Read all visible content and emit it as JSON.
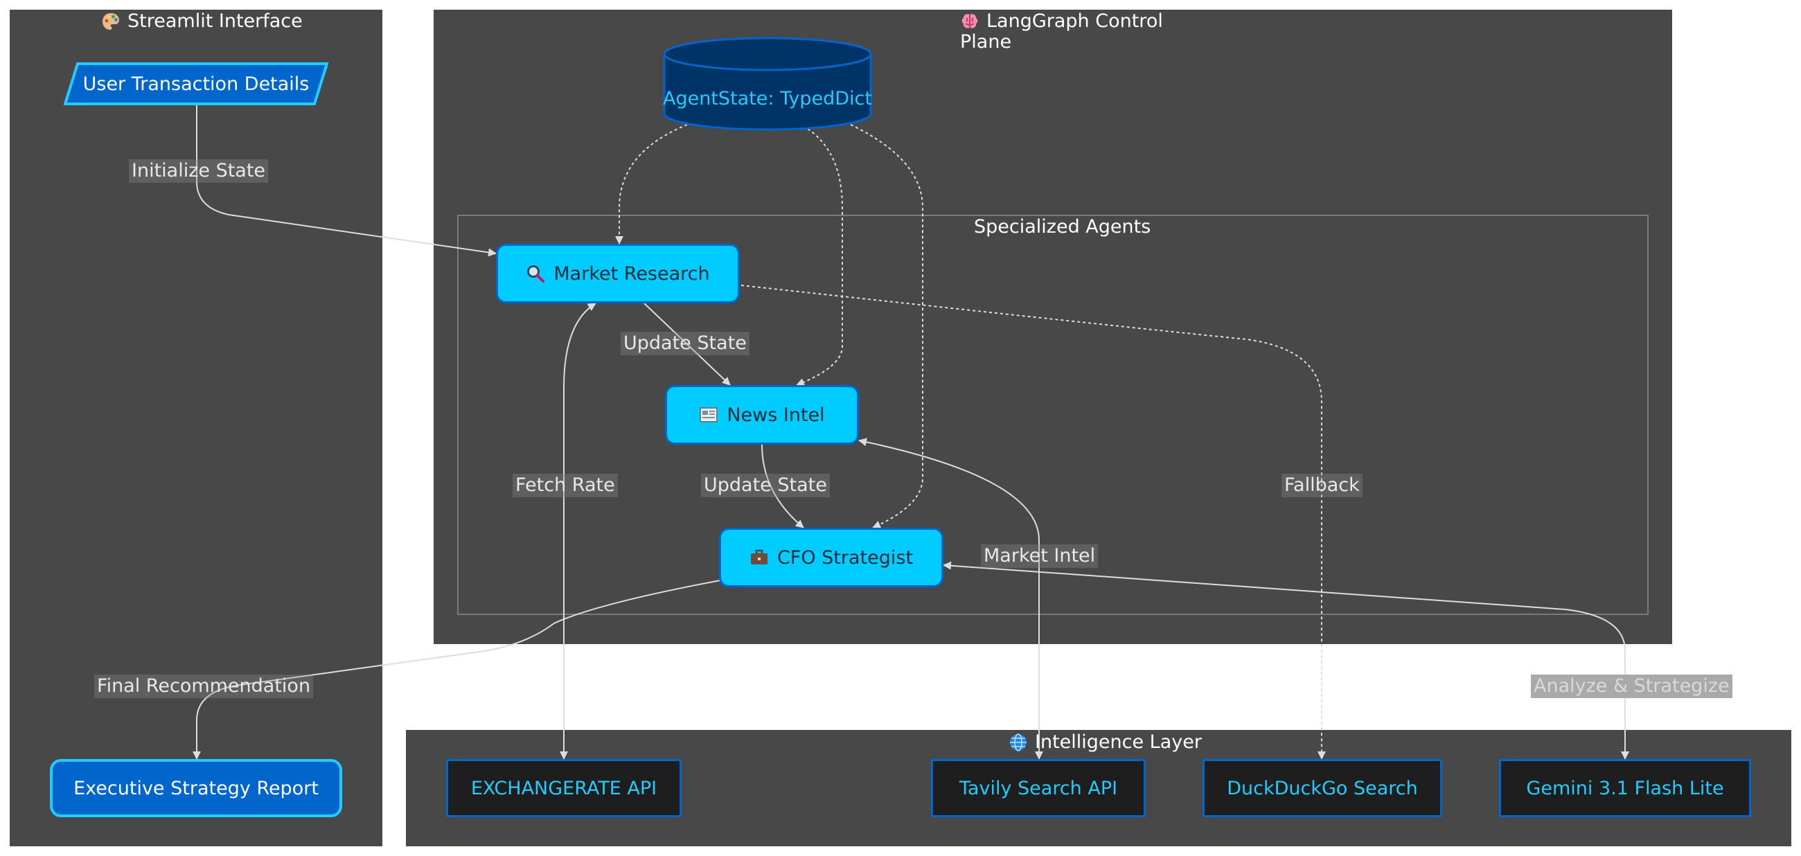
{
  "groups": {
    "streamlit": {
      "icon": "palette-icon",
      "title": "Streamlit Interface"
    },
    "control_plane": {
      "icon": "brain-icon",
      "title_line1": "LangGraph Control",
      "title_line2": "Plane"
    },
    "agents": {
      "title": "Specialized Agents"
    },
    "intelligence": {
      "icon": "globe-icon",
      "title": "Intelligence Layer"
    }
  },
  "nodes": {
    "user_input": "User Transaction Details",
    "report": "Executive Strategy Report",
    "agent_state": "AgentState: TypedDict",
    "market_research": {
      "icon": "magnifier-icon",
      "label": "Market Research"
    },
    "news_intel": {
      "icon": "newspaper-icon",
      "label": "News Intel"
    },
    "cfo": {
      "icon": "briefcase-icon",
      "label": "CFO Strategist"
    },
    "exchangerate": "EXCHANGERATE API",
    "tavily": "Tavily Search API",
    "duckduckgo": "DuckDuckGo Search",
    "gemini": "Gemini 3.1 Flash Lite"
  },
  "edge_labels": {
    "initialize": "Initialize State",
    "update1": "Update State",
    "update2": "Update State",
    "fetch_rate": "Fetch Rate",
    "fallback": "Fallback",
    "market_intel": "Market Intel",
    "final": "Final Recommendation",
    "analyze": "Analyze & Strategize"
  },
  "colors": {
    "group_fill": "#484848",
    "agent_fill": "#00ccff",
    "agent_border": "#0066cc",
    "io_fill": "#0066cc",
    "io_border": "#22ccff",
    "db_fill": "#003366",
    "db_text": "#22ccff",
    "api_fill": "#1e1e1e",
    "edge": "#dddddd"
  }
}
